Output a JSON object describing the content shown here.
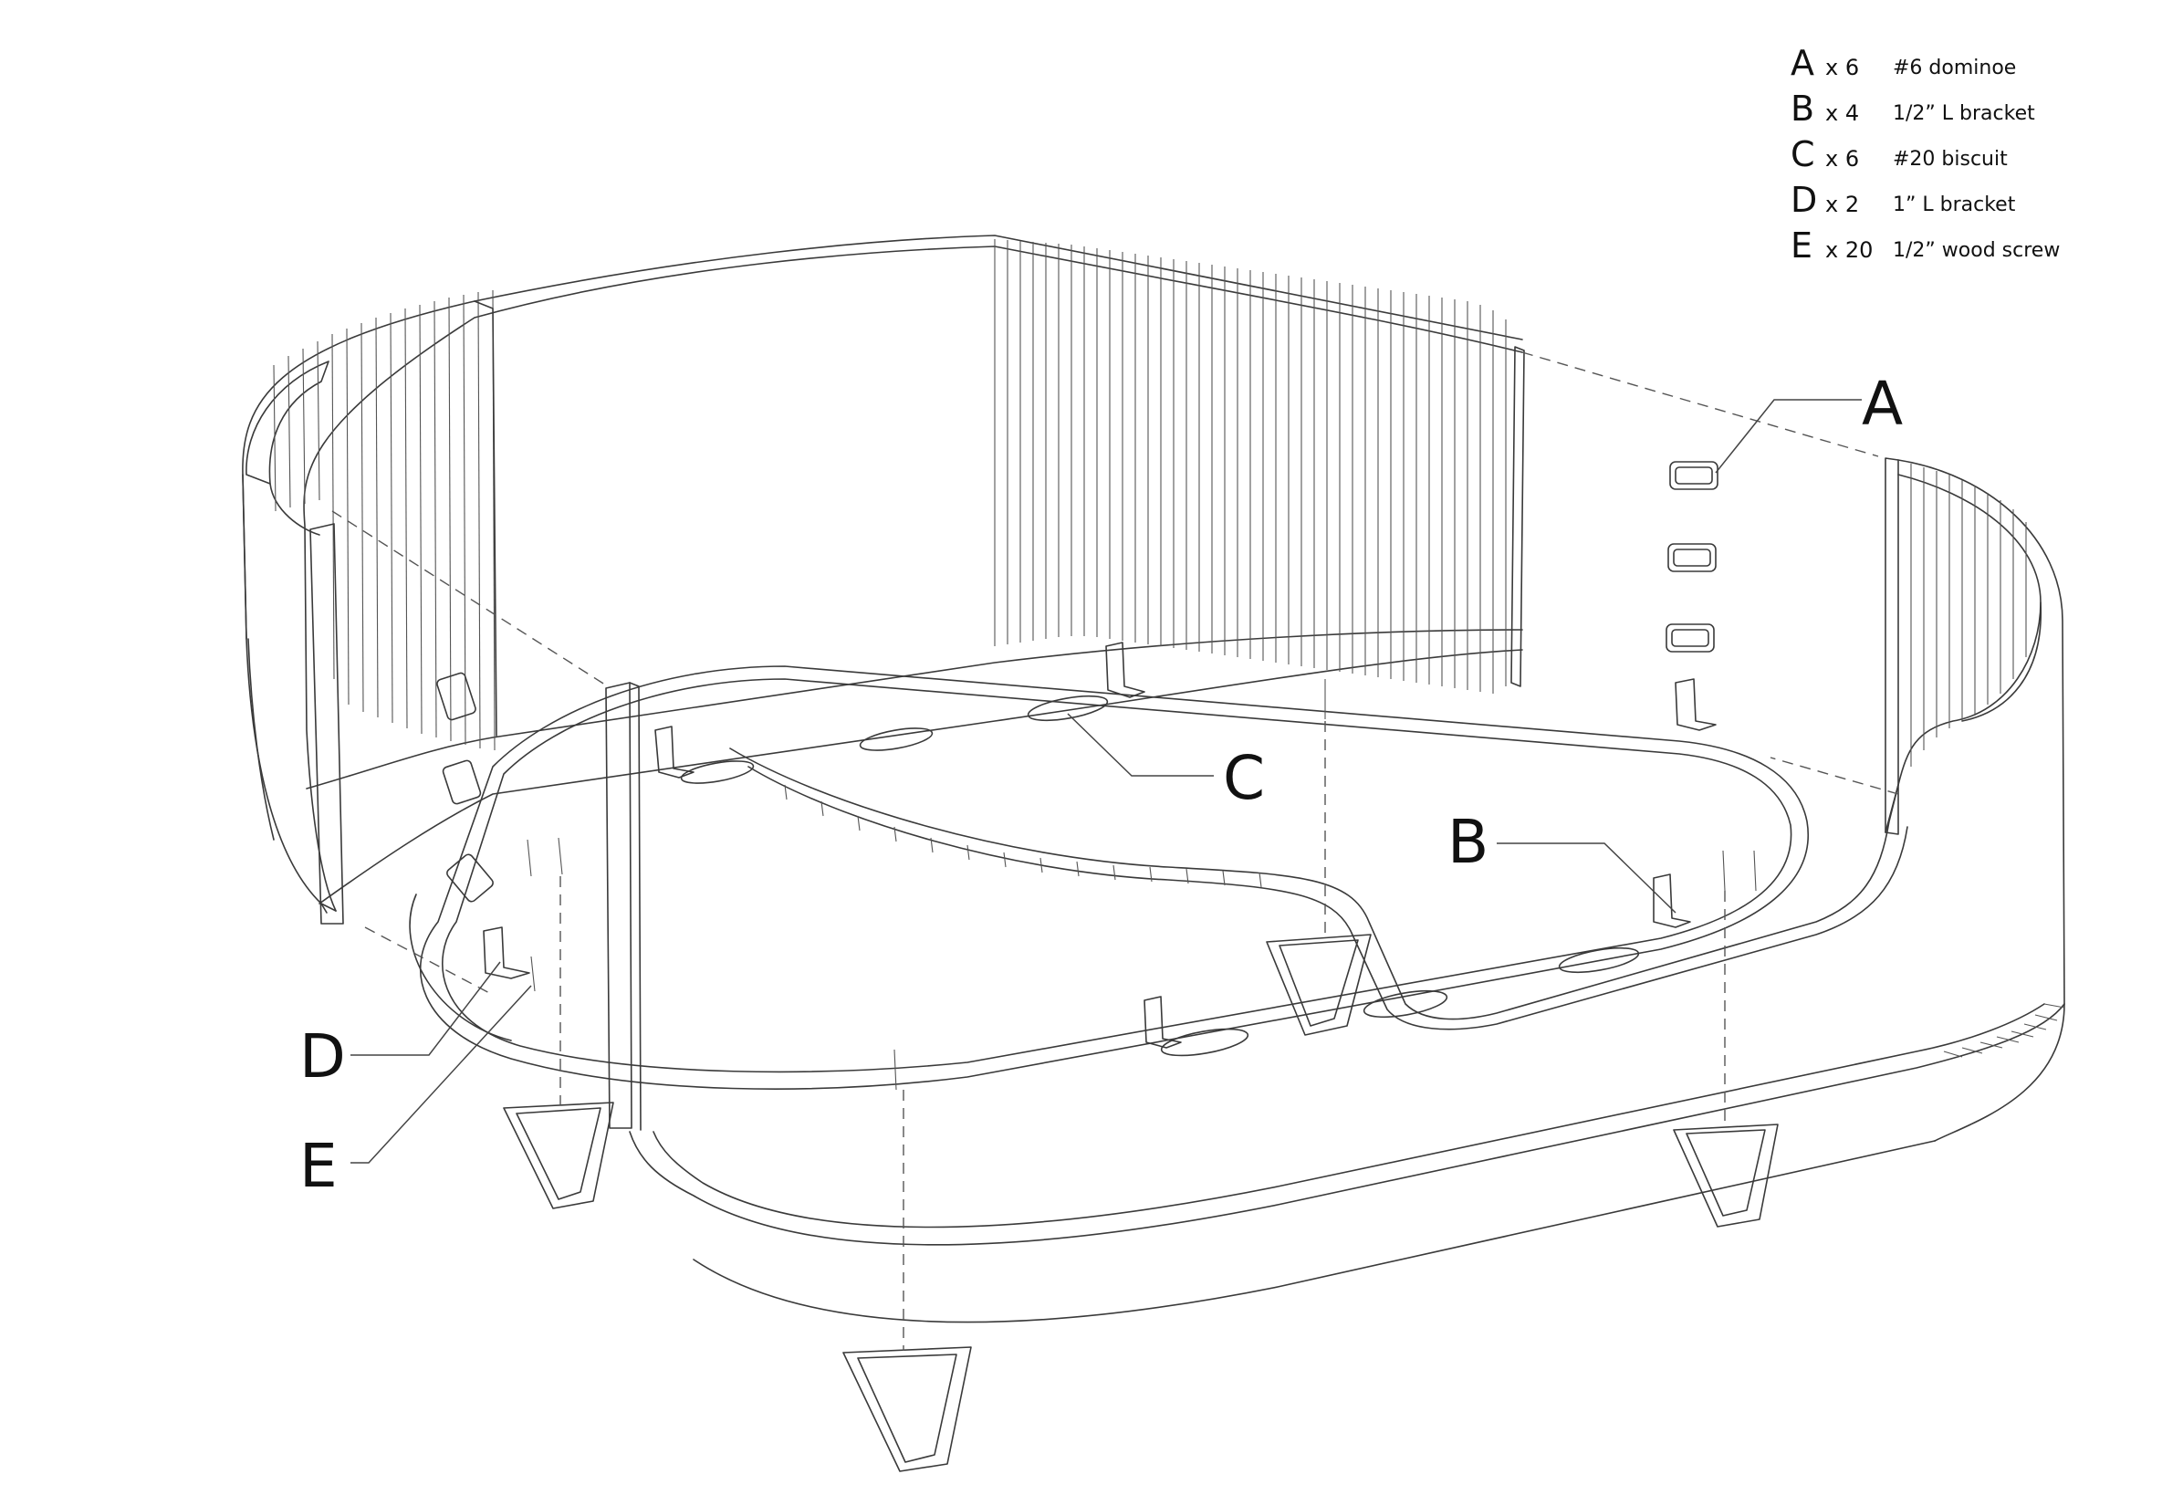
{
  "legend": [
    {
      "letter": "A",
      "qty": "x 6",
      "desc": "#6 dominoe"
    },
    {
      "letter": "B",
      "qty": "x 4",
      "desc": "1/2” L bracket"
    },
    {
      "letter": "C",
      "qty": "x 6",
      "desc": "#20 biscuit"
    },
    {
      "letter": "D",
      "qty": "x 2",
      "desc": "1” L bracket"
    },
    {
      "letter": "E",
      "qty": "x 20",
      "desc": "1/2” wood screw"
    }
  ],
  "callouts": {
    "a": "A",
    "b": "B",
    "c": "C",
    "d": "D",
    "e": "E"
  }
}
